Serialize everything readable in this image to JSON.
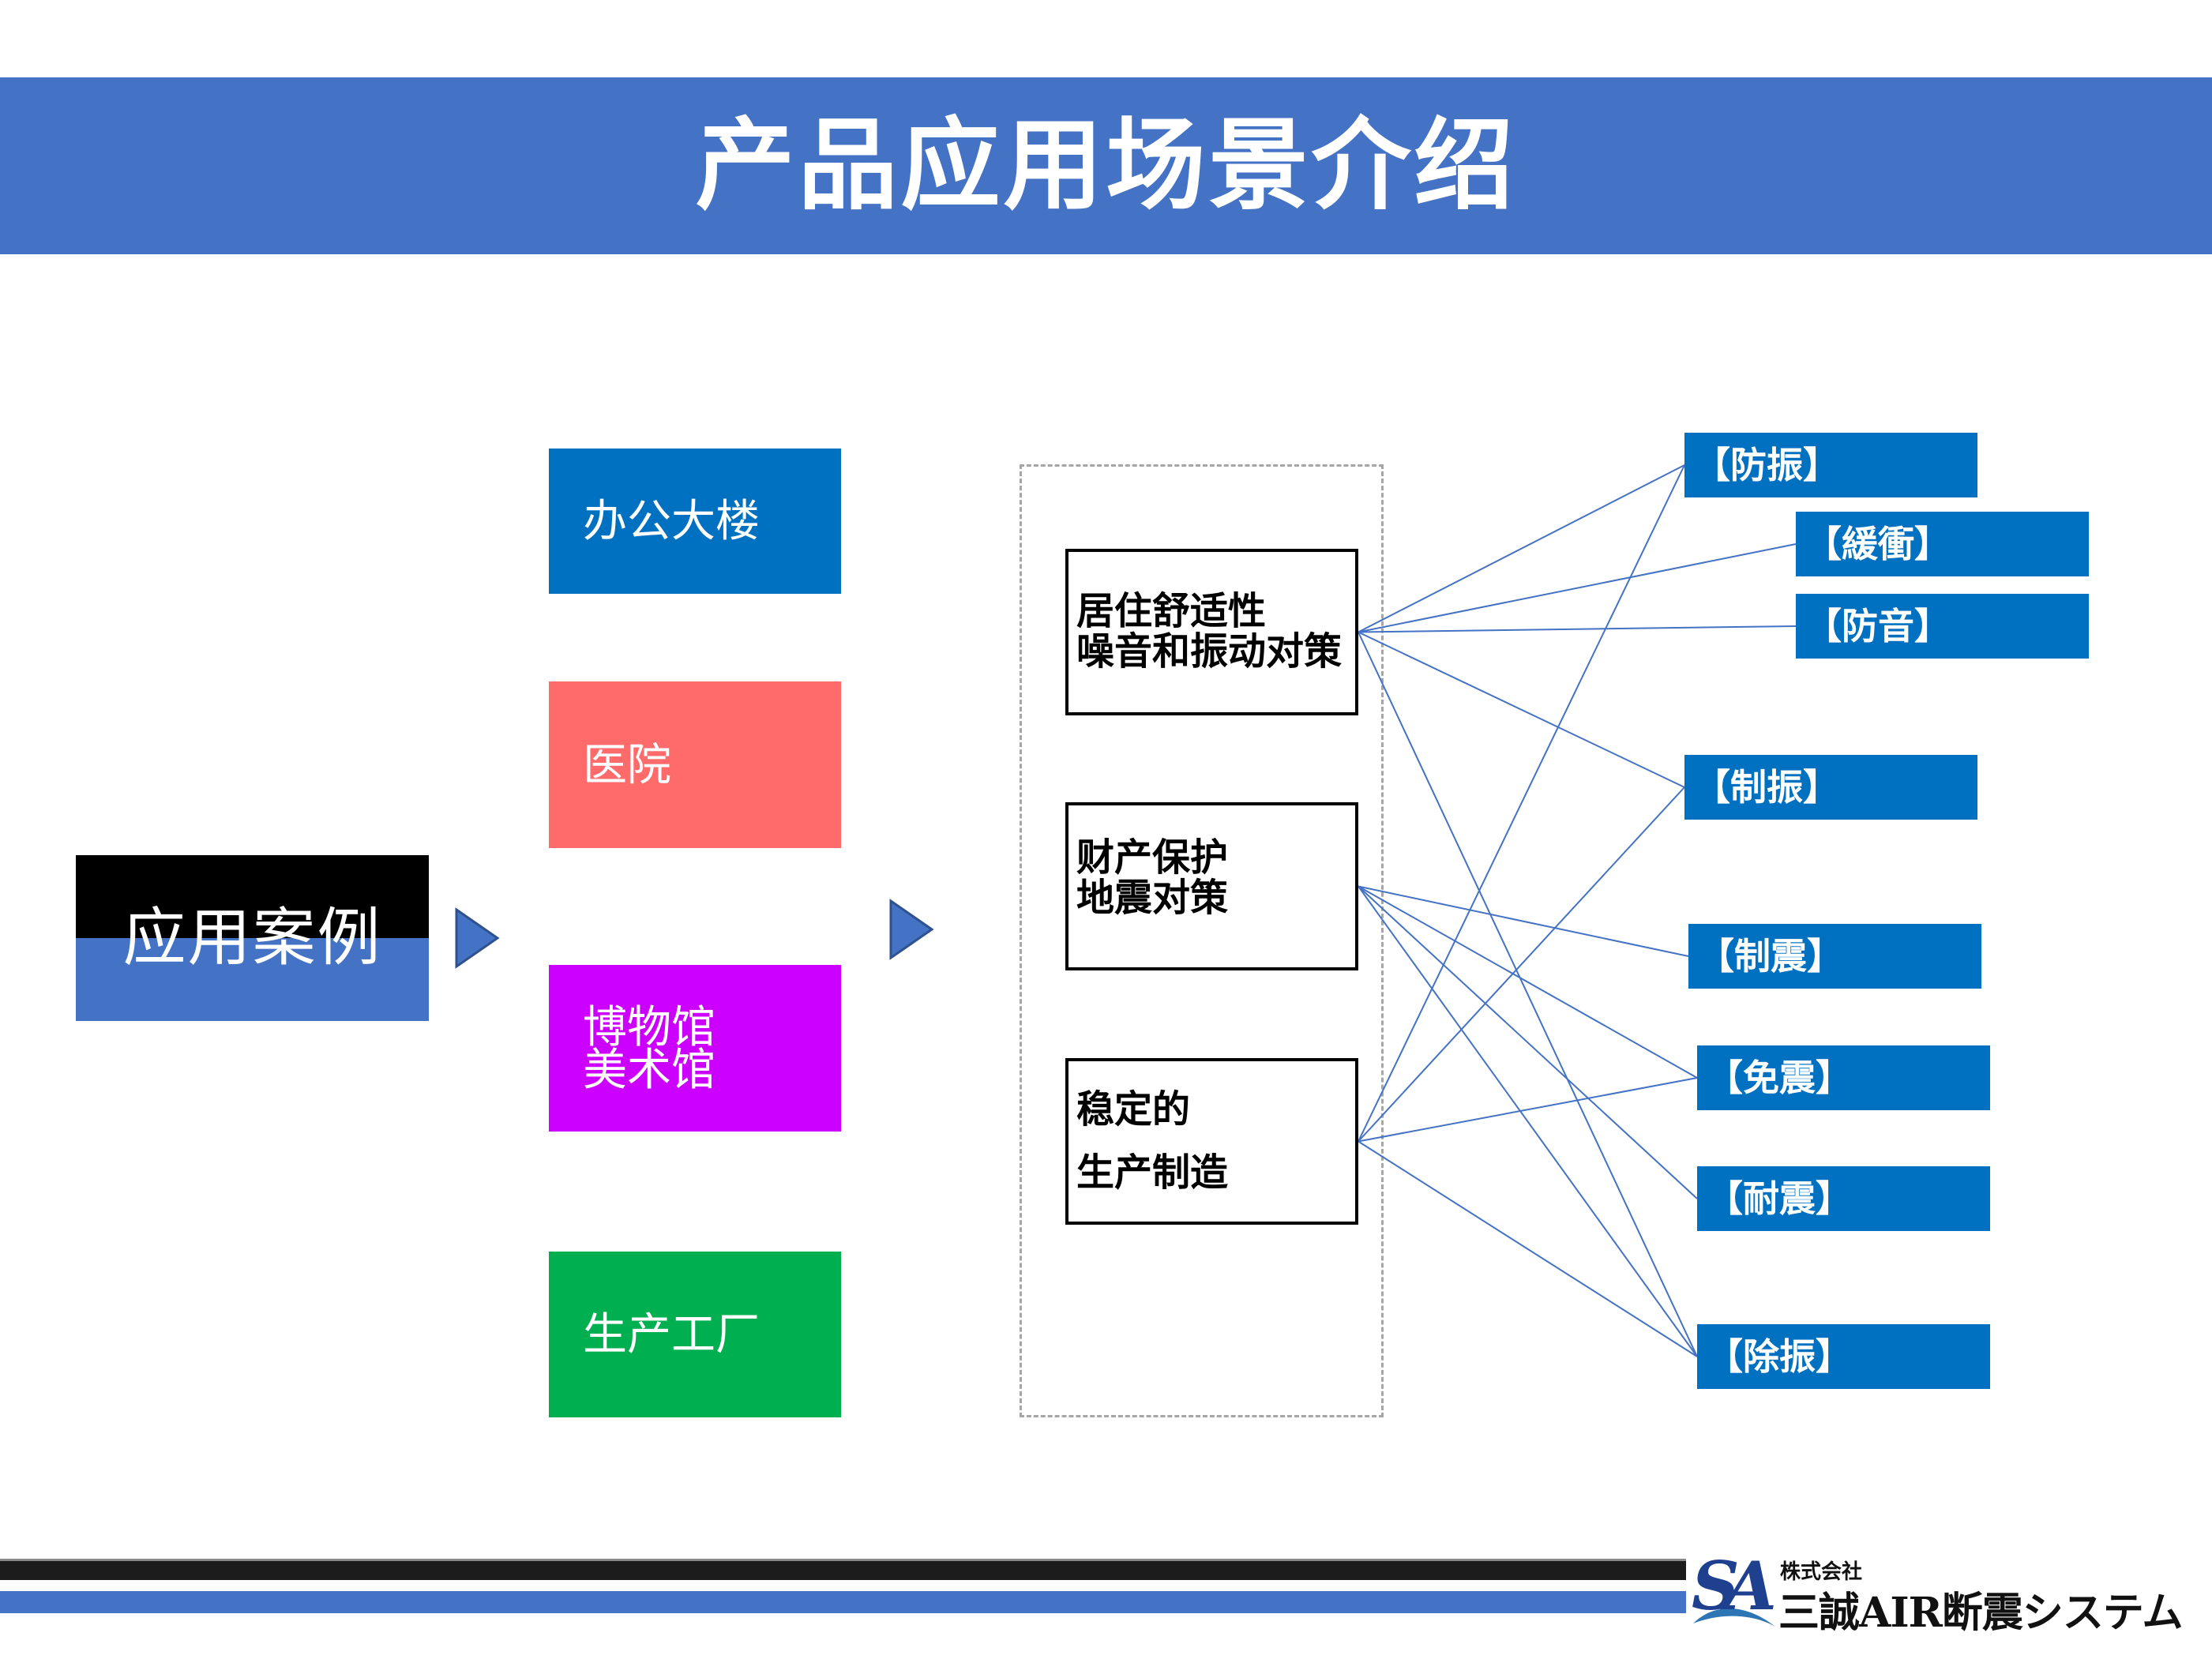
{
  "title": "产品应用场景介绍",
  "category": "应用案例",
  "cases": [
    {
      "lines": [
        "办公大楼"
      ],
      "color": "#0070c0"
    },
    {
      "lines": [
        "医院"
      ],
      "color": "#ff6b6b"
    },
    {
      "lines": [
        "博物馆",
        "美术馆"
      ],
      "color": "#cc00ff"
    },
    {
      "lines": [
        "生产工厂"
      ],
      "color": "#00b050"
    }
  ],
  "purposes": [
    {
      "lines": [
        "居住舒适性",
        "噪音和振动对策"
      ],
      "links": [
        0,
        1,
        2,
        3,
        7
      ]
    },
    {
      "lines": [
        "财产保护",
        "地震对策"
      ],
      "links": [
        4,
        5,
        6,
        7
      ]
    },
    {
      "lines": [
        "稳定的",
        "生产制造"
      ],
      "links": [
        0,
        3,
        5,
        7
      ]
    }
  ],
  "solutions": [
    "【防振】",
    "【緩衝】",
    "【防音】",
    "【制振】",
    "【制震】",
    "【免震】",
    "【耐震】",
    "【除振】"
  ],
  "colors": {
    "title_bar": "#4472c4",
    "tag": "#0070c0",
    "link_line": "#4472c4",
    "category_top": "#000000",
    "category_bottom": "#4472c4",
    "arrow": "#4472c4"
  },
  "footer": {
    "monogram": "SA",
    "company_prefix": "株式会社",
    "company_name": "三誠AIR断震システム"
  }
}
